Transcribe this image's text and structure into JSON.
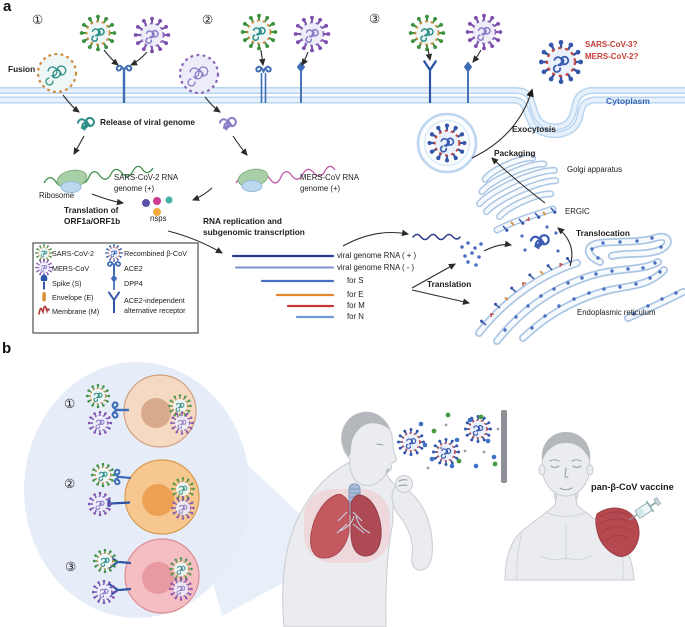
{
  "panel_a": {
    "label": "a",
    "steps": [
      "①",
      "②",
      "③"
    ],
    "fusion": "Fusion",
    "release": "Release of viral genome",
    "ribosome": "Ribosome",
    "sars_rna_l1": "SARS-CoV-2 RNA",
    "sars_rna_l2": "genome (+)",
    "mers_rna_l1": "MERS-CoV RNA",
    "mers_rna_l2": "genome (+)",
    "translation_orf_l1": "Translation of",
    "translation_orf_l2": "ORF1a/ORF1b",
    "nsps": "nsps",
    "rna_replication_l1": "RNA replication and",
    "rna_replication_l2": "subgenomic transcription",
    "rna_labels": [
      "viral genome RNA ( + )",
      "viral genome RNA ( - )",
      "for S",
      "for E",
      "for M",
      "for N"
    ],
    "translation": "Translation",
    "translocation": "Translocation",
    "packaging": "Packaging",
    "exocytosis": "Exocytosis",
    "golgi": "Golgi apparatus",
    "ergic": "ERGIC",
    "er": "Endoplasmic reticulum",
    "cytoplasm": "Cytoplasm",
    "variant_q1": "SARS-CoV-3?",
    "variant_q2": "MERS-CoV-2?"
  },
  "legend": {
    "items_left": [
      "SARS-CoV-2",
      "MERS-CoV",
      "Spike (S)",
      "Envelope (E)",
      "Membrane (M)"
    ],
    "items_right": [
      "Recombined β-CoV",
      "ACE2",
      "DPP4"
    ],
    "alt_receptor_l1": "ACE2-independent",
    "alt_receptor_l2": "alternative receptor"
  },
  "panel_b": {
    "label": "b",
    "steps": [
      "①",
      "②",
      "③"
    ],
    "vaccine": "pan-β-CoV vaccine"
  },
  "colors": {
    "sars_green": "#3d9141",
    "mers_purple": "#7c4fae",
    "recombined_blue": "#3456a8",
    "receptor_blue": "#3e6cb5",
    "variant_red": "#c43c33",
    "cytoplasm_blue": "#3a66b8"
  }
}
